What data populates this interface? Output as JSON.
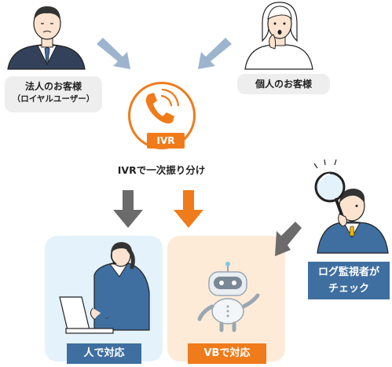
{
  "corporate_customer": {
    "line1": "法人のお客様",
    "line2": "（ロイヤルユーザー）"
  },
  "individual_customer": {
    "label": "個人のお客様"
  },
  "ivr": {
    "badge": "IVR",
    "caption": "IVRで一次振り分け"
  },
  "human_handling": {
    "label": "人で対応"
  },
  "vb_handling": {
    "label": "VBで対応"
  },
  "log_monitor": {
    "line1": "ログ監視者が",
    "line2": "チェック"
  },
  "colors": {
    "orange": "#f07b1a",
    "navy": "#3f6fa0",
    "gray_arrow": "#6b6b6b",
    "light_blue_arrow": "#9db4cf",
    "human_panel": "#e3f2fb",
    "vb_panel": "#fdebd8"
  }
}
